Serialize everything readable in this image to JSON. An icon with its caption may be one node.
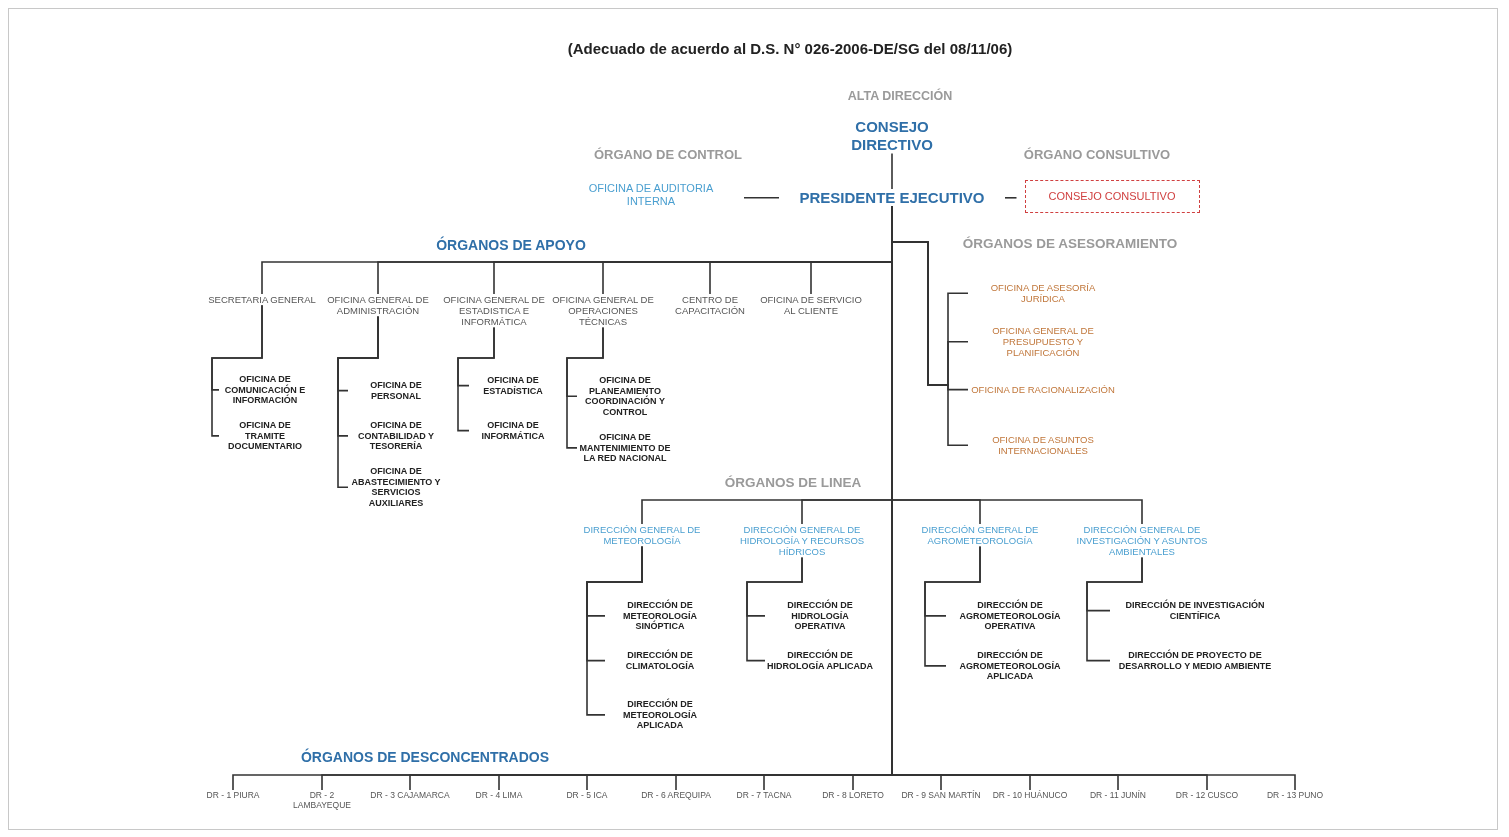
{
  "diagram": {
    "title": "(Adecuado de acuerdo al D.S. N° 026-2006-DE/SG del 08/11/06)",
    "nodes": [
      {
        "text": [
          "CONSEJO DIRECTIVO"
        ]
      },
      {
        "text": [
          "PRESIDENTE EJECUTIVO"
        ]
      },
      {
        "text": [
          "OFICINA DE AUDITORIA INTERNA"
        ]
      },
      {
        "text": [
          "CONSEJO CONSULTIVO"
        ]
      },
      {
        "text": [
          "SECRETARIA GENERAL"
        ]
      },
      {
        "text": [
          "OFICINA GENERAL DE ADMINISTRACIÓN"
        ]
      },
      {
        "text": [
          "OFICINA GENERAL DE ESTADISTICA E INFORMÁTICA"
        ]
      },
      {
        "text": [
          "OFICINA GENERAL DE OPERACIONES TÉCNICAS"
        ]
      },
      {
        "text": [
          "CENTRO DE CAPACITACIÓN"
        ]
      },
      {
        "text": [
          "OFICINA DE SERVICIO AL CLIENTE"
        ]
      },
      {
        "text": [
          "OFICINA DE COMUNICACIÓN E INFORMACIÓN"
        ]
      },
      {
        "text": [
          "OFICINA DE TRAMITE DOCUMENTARIO"
        ]
      },
      {
        "text": [
          "OFICINA DE PERSONAL"
        ]
      },
      {
        "text": [
          "OFICINA DE CONTABILIDAD Y TESORERÍA"
        ]
      },
      {
        "text": [
          "OFICINA DE ABASTECIMIENTO Y SERVICIOS AUXILIARES"
        ]
      },
      {
        "text": [
          "OFICINA DE ESTADÍSTICA"
        ]
      },
      {
        "text": [
          "OFICINA DE INFORMÁTICA"
        ]
      },
      {
        "text": [
          "OFICINA DE PLANEAMIENTO COORDINACIÓN Y CONTROL"
        ]
      },
      {
        "text": [
          "OFICINA DE MANTENIMIENTO DE LA RED NACIONAL"
        ]
      },
      {
        "text": [
          "OFICINA DE ASESORÍA JURÍDICA"
        ]
      },
      {
        "text": [
          "OFICINA GENERAL DE PRESUPUESTO Y PLANIFICACIÓN"
        ]
      },
      {
        "text": [
          "OFICINA DE RACIONALIZACIÓN"
        ]
      },
      {
        "text": [
          "OFICINA DE ASUNTOS INTERNACIONALES"
        ]
      },
      {
        "text": [
          "DIRECCIÓN GENERAL DE METEOROLOGÍA"
        ]
      },
      {
        "text": [
          "DIRECCIÓN GENERAL DE HIDROLOGÍA Y RECURSOS HÍDRICOS"
        ]
      },
      {
        "text": [
          "DIRECCIÓN GENERAL DE AGROMETEOROLOGÍA"
        ]
      },
      {
        "text": [
          "DIRECCIÓN GENERAL DE INVESTIGACIÓN Y ASUNTOS AMBIENTALES"
        ]
      },
      {
        "text": [
          "DIRECCIÓN DE METEOROLOGÍA SINÓPTICA"
        ]
      },
      {
        "text": [
          "DIRECCIÓN DE CLIMATOLOGÍA"
        ]
      },
      {
        "text": [
          "DIRECCIÓN DE METEOROLOGÍA APLICADA"
        ]
      },
      {
        "text": [
          "DIRECCIÓN DE HIDROLOGÍA OPERATIVA"
        ]
      },
      {
        "text": [
          "DIRECCIÓN DE HIDROLOGÍA APLICADA"
        ]
      },
      {
        "text": [
          "DIRECCIÓN DE AGROMETEOROLOGÍA OPERATIVA"
        ]
      },
      {
        "text": [
          "DIRECCIÓN DE AGROMETEOROLOGÍA APLICADA"
        ]
      },
      {
        "text": [
          "DIRECCIÓN DE INVESTIGACIÓN CIENTÍFICA"
        ]
      },
      {
        "text": [
          "DIRECCIÓN DE PROYECTO DE DESARROLLO Y MEDIO AMBIENTE"
        ]
      },
      {
        "text": [
          "DR - 1 PIURA"
        ]
      },
      {
        "text": [
          "DR - 2 LAMBAYEQUE"
        ]
      },
      {
        "text": [
          "DR - 3 CAJAMARCA"
        ]
      },
      {
        "text": [
          "DR - 4 LIMA"
        ]
      },
      {
        "text": [
          "DR - 5 ICA"
        ]
      },
      {
        "text": [
          "DR - 6 AREQUIPA"
        ]
      },
      {
        "text": [
          "DR - 7 TACNA"
        ]
      },
      {
        "text": [
          "DR - 8 LORETO"
        ]
      },
      {
        "text": [
          "DR - 9 SAN MARTÍN"
        ]
      },
      {
        "text": [
          "DR - 10 HUÁNUCO"
        ]
      },
      {
        "text": [
          "DR - 11 JUNÍN"
        ]
      },
      {
        "text": [
          "DR - 12 CUSCO"
        ]
      },
      {
        "text": [
          "DR - 13 PUNO"
        ]
      }
    ],
    "edges": [
      {
        "from": 0,
        "to": 1,
        "arrow": "none"
      },
      {
        "from": 2,
        "to": 1,
        "arrow": "none"
      },
      {
        "from": 1,
        "to": 3,
        "arrow": "none"
      },
      {
        "from": 1,
        "to": 4,
        "arrow": "none"
      },
      {
        "from": 1,
        "to": 5,
        "arrow": "none"
      },
      {
        "from": 1,
        "to": 6,
        "arrow": "none"
      },
      {
        "from": 1,
        "to": 7,
        "arrow": "none"
      },
      {
        "from": 1,
        "to": 8,
        "arrow": "none"
      },
      {
        "from": 1,
        "to": 9,
        "arrow": "none"
      },
      {
        "from": 4,
        "to": 10,
        "arrow": "none"
      },
      {
        "from": 4,
        "to": 11,
        "arrow": "none"
      },
      {
        "from": 5,
        "to": 12,
        "arrow": "none"
      },
      {
        "from": 5,
        "to": 13,
        "arrow": "none"
      },
      {
        "from": 5,
        "to": 14,
        "arrow": "none"
      },
      {
        "from": 6,
        "to": 15,
        "arrow": "none"
      },
      {
        "from": 6,
        "to": 16,
        "arrow": "none"
      },
      {
        "from": 7,
        "to": 17,
        "arrow": "none"
      },
      {
        "from": 7,
        "to": 18,
        "arrow": "none"
      },
      {
        "from": 1,
        "to": 19,
        "arrow": "none"
      },
      {
        "from": 1,
        "to": 20,
        "arrow": "none"
      },
      {
        "from": 1,
        "to": 21,
        "arrow": "none"
      },
      {
        "from": 1,
        "to": 22,
        "arrow": "none"
      },
      {
        "from": 1,
        "to": 23,
        "arrow": "none"
      },
      {
        "from": 1,
        "to": 24,
        "arrow": "none"
      },
      {
        "from": 1,
        "to": 25,
        "arrow": "none"
      },
      {
        "from": 1,
        "to": 26,
        "arrow": "none"
      },
      {
        "from": 23,
        "to": 27,
        "arrow": "none"
      },
      {
        "from": 23,
        "to": 28,
        "arrow": "none"
      },
      {
        "from": 23,
        "to": 29,
        "arrow": "none"
      },
      {
        "from": 24,
        "to": 30,
        "arrow": "none"
      },
      {
        "from": 24,
        "to": 31,
        "arrow": "none"
      },
      {
        "from": 25,
        "to": 32,
        "arrow": "none"
      },
      {
        "from": 25,
        "to": 33,
        "arrow": "none"
      },
      {
        "from": 26,
        "to": 34,
        "arrow": "none"
      },
      {
        "from": 26,
        "to": 35,
        "arrow": "none"
      },
      {
        "from": 1,
        "to": 36,
        "arrow": "none"
      },
      {
        "from": 1,
        "to": 37,
        "arrow": "none"
      },
      {
        "from": 1,
        "to": 38,
        "arrow": "none"
      },
      {
        "from": 1,
        "to": 39,
        "arrow": "none"
      },
      {
        "from": 1,
        "to": 40,
        "arrow": "none"
      },
      {
        "from": 1,
        "to": 41,
        "arrow": "none"
      },
      {
        "from": 1,
        "to": 42,
        "arrow": "none"
      },
      {
        "from": 1,
        "to": 43,
        "arrow": "none"
      },
      {
        "from": 1,
        "to": 44,
        "arrow": "none"
      },
      {
        "from": 1,
        "to": 45,
        "arrow": "none"
      },
      {
        "from": 1,
        "to": 46,
        "arrow": "none"
      },
      {
        "from": 1,
        "to": 47,
        "arrow": "none"
      },
      {
        "from": 1,
        "to": 48,
        "arrow": "none"
      }
    ],
    "labels": [
      "ALTA DIRECCIÓN",
      "ÓRGANO DE CONTROL",
      "ÓRGANO CONSULTIVO",
      "ÓRGANOS DE APOYO",
      "ÓRGANOS DE ASESORAMIENTO",
      "ÓRGANOS DE LINEA",
      "ÓRGANOS DE DESCONCENTRADOS"
    ]
  }
}
